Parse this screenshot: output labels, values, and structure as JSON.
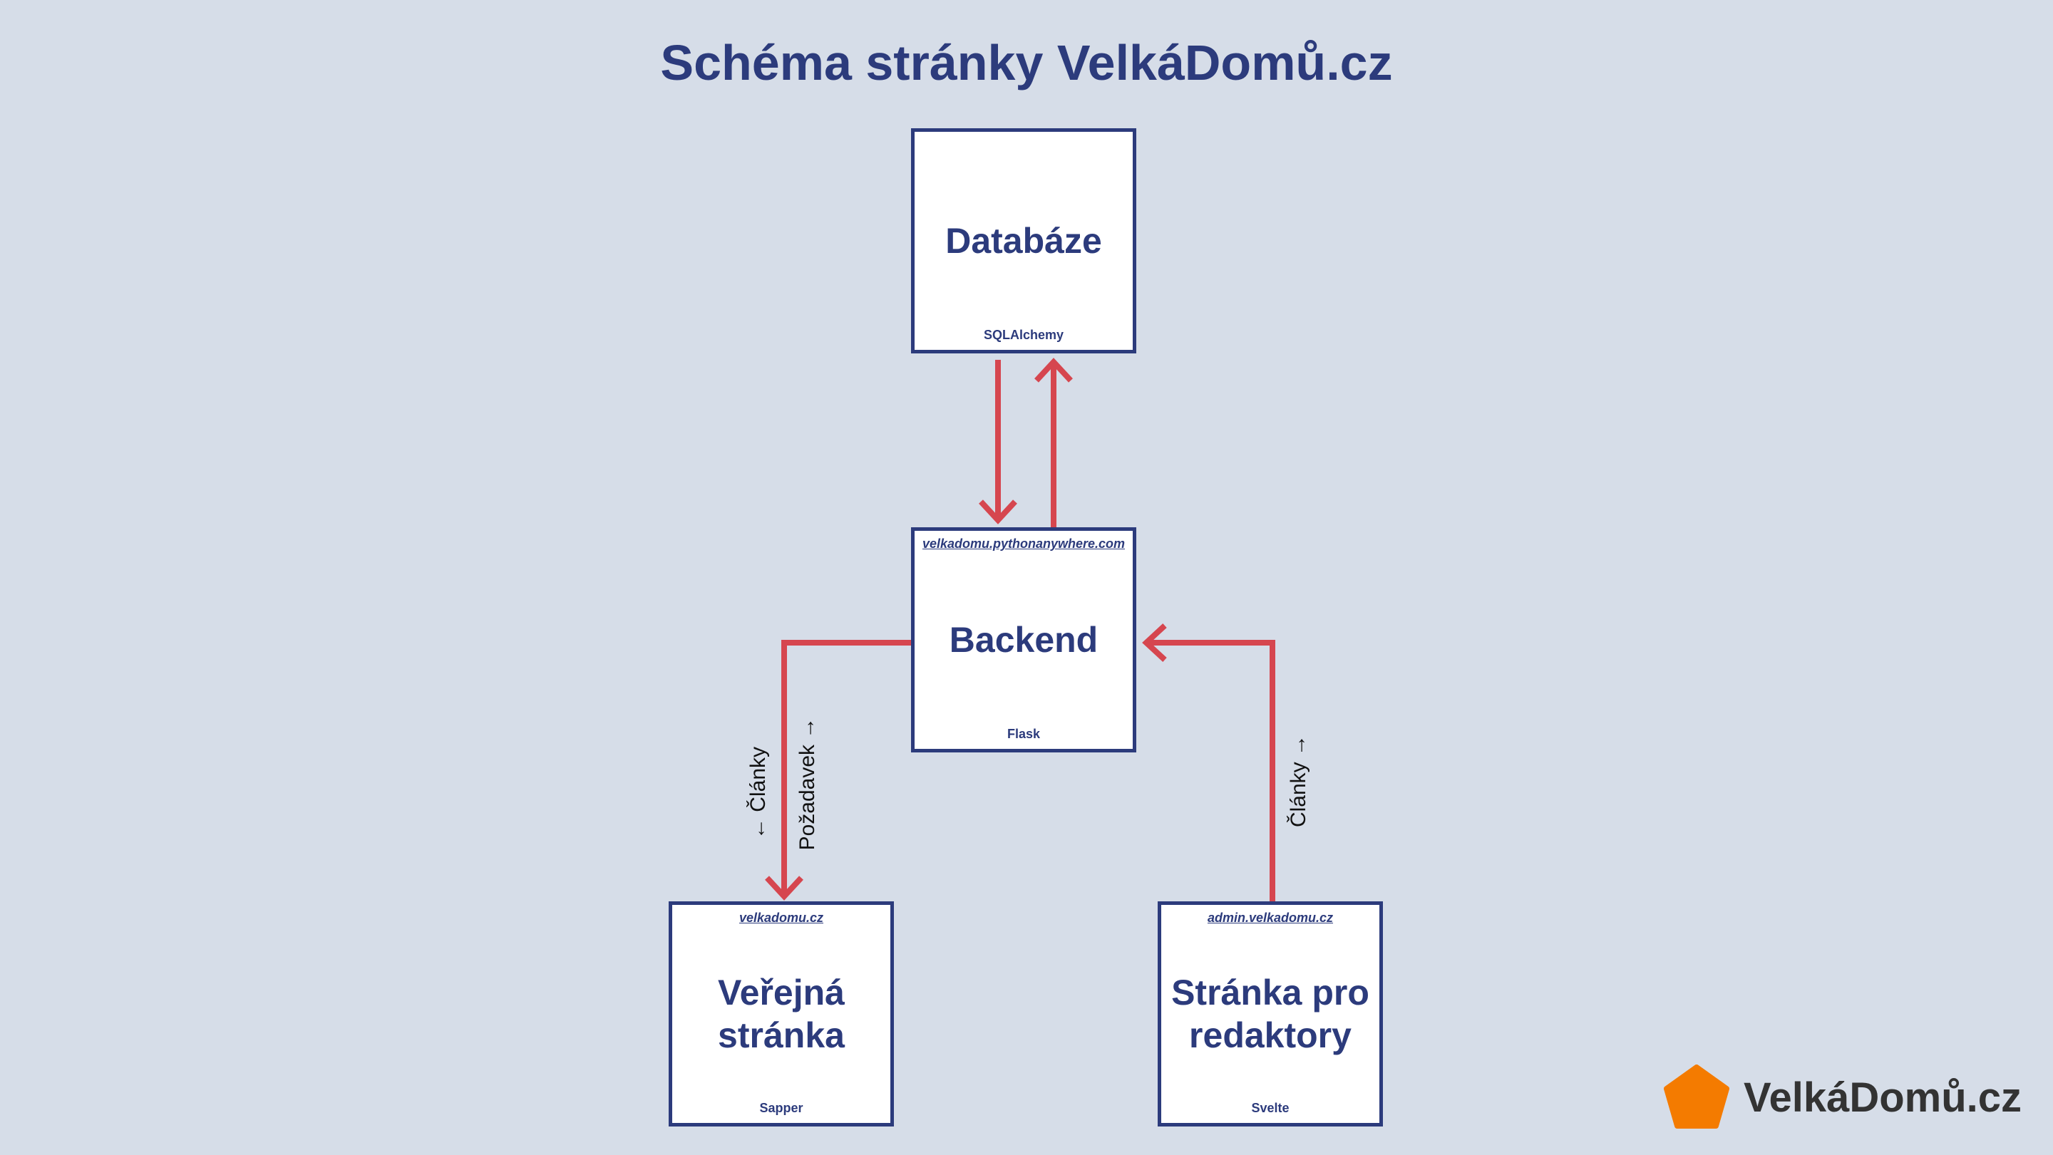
{
  "title": "Schéma stránky VelkáDomů.cz",
  "boxes": {
    "database": {
      "label": "Databáze",
      "tech": "SQLAlchemy"
    },
    "backend": {
      "label": "Backend",
      "tech": "Flask",
      "url": "velkadomu.pythonanywhere.com"
    },
    "public": {
      "label": "Veřejná stránka",
      "tech": "Sapper",
      "url": "velkadomu.cz"
    },
    "editor": {
      "label": "Stránka pro redaktory",
      "tech": "Svelte",
      "url": "admin.velkadomu.cz"
    }
  },
  "edge_labels": {
    "public_articles": "← Články",
    "public_request": "Požadavek →",
    "editor_articles": "Články →"
  },
  "brand": {
    "name": "VelkáDomů.cz",
    "logo_color": "#f47b00"
  },
  "colors": {
    "primary": "#2c3b7c",
    "arrow": "#d6464f",
    "background": "#d6dde8"
  }
}
